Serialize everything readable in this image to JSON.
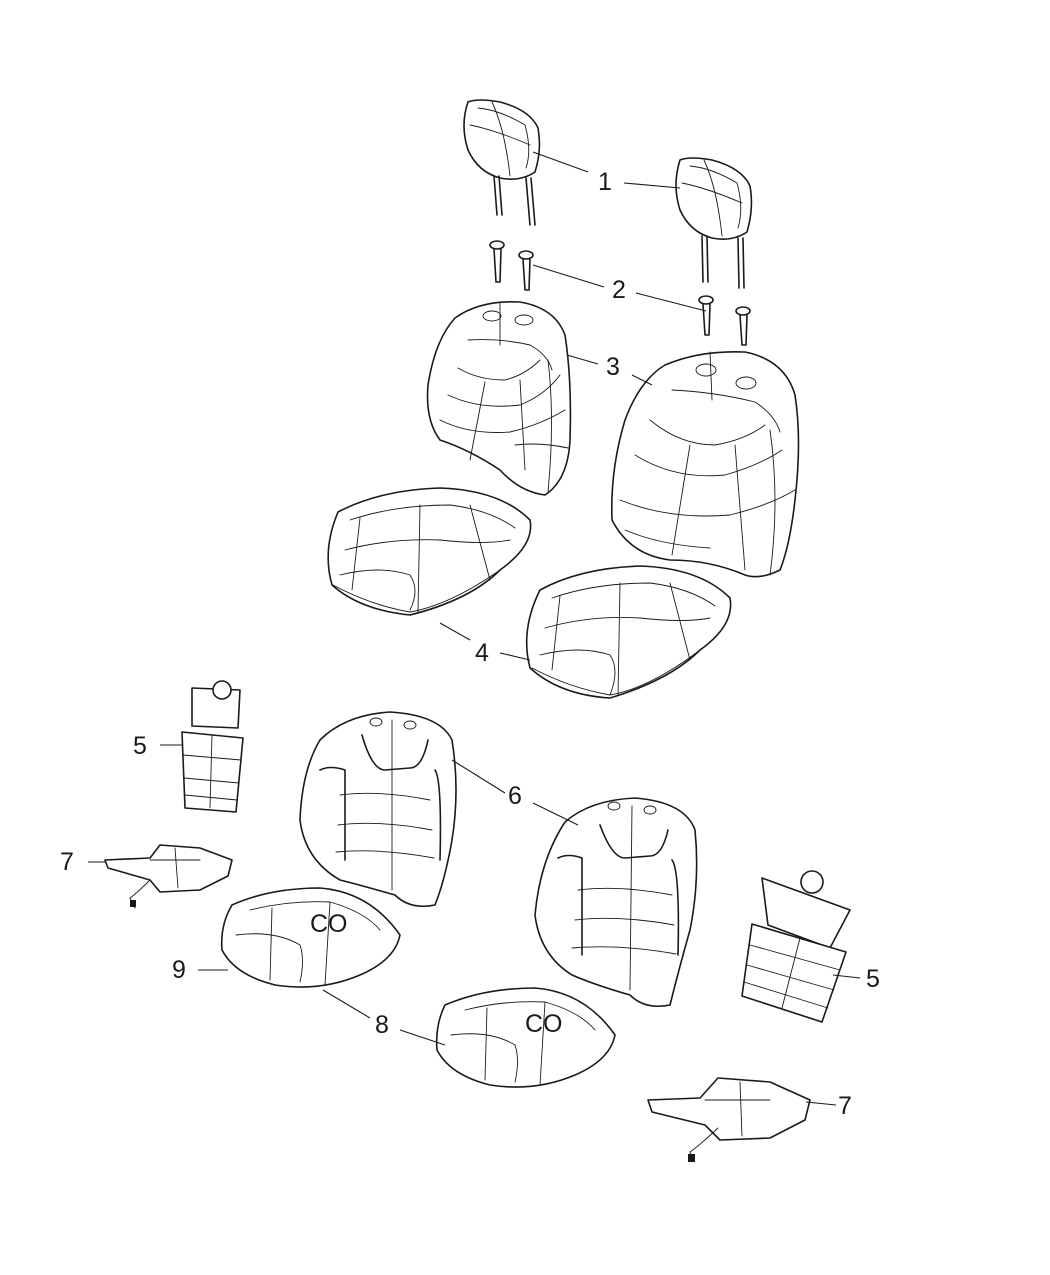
{
  "diagram": {
    "callouts": {
      "c1": "1",
      "c2": "2",
      "c3": "3",
      "c4": "4",
      "c5a": "5",
      "c5b": "5",
      "c6": "6",
      "c7a": "7",
      "c7b": "7",
      "c8": "8",
      "c9": "9"
    }
  }
}
